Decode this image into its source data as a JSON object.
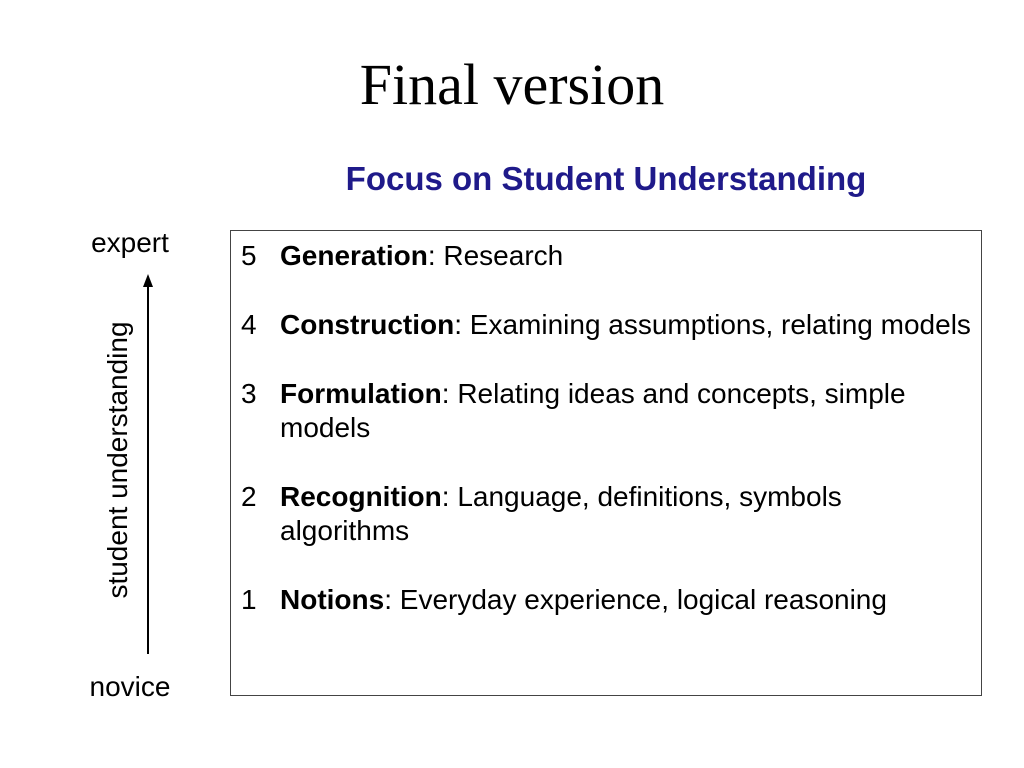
{
  "slide": {
    "title": "Final version",
    "subtitle": "Focus on Student Understanding"
  },
  "axis": {
    "top_label": "expert",
    "bottom_label": "novice",
    "title": "student understanding"
  },
  "levels": [
    {
      "number": "5",
      "name": "Generation",
      "separator": ": ",
      "description": "Research"
    },
    {
      "number": "4",
      "name": "Construction",
      "separator": ": ",
      "description": "Examining assumptions, relating models"
    },
    {
      "number": "3",
      "name": "Formulation",
      "separator": ": ",
      "description": "Relating ideas and concepts, simple models"
    },
    {
      "number": "2",
      "name": "Recognition",
      "separator": ": ",
      "description": "Language, definitions, symbols algorithms"
    },
    {
      "number": "1",
      "name": "Notions",
      "separator": ": ",
      "description": "Everyday experience, logical reasoning"
    }
  ],
  "colors": {
    "subtitle": "#1f1a8a",
    "text": "#000000",
    "box_border": "#444444",
    "background": "#ffffff"
  }
}
